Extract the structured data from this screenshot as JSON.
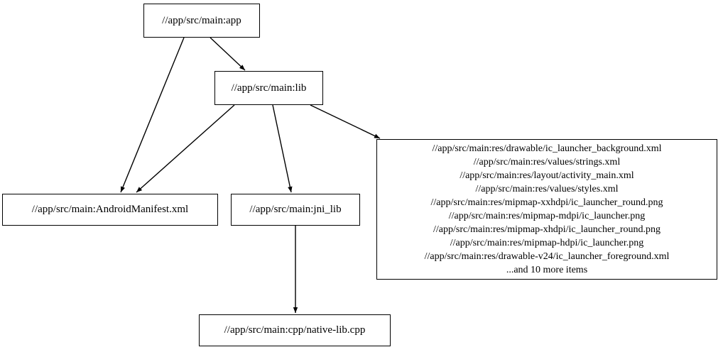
{
  "graph": {
    "type": "directed-dependency-graph",
    "background_color": "#ffffff",
    "stroke_color": "#000000",
    "nodes": {
      "app": {
        "id": "app",
        "label": "//app/src/main:app"
      },
      "lib": {
        "id": "lib",
        "label": "//app/src/main:lib"
      },
      "manifest": {
        "id": "manifest",
        "label": "//app/src/main:AndroidManifest.xml"
      },
      "jni_lib": {
        "id": "jni_lib",
        "label": "//app/src/main:jni_lib"
      },
      "resources": {
        "id": "resources",
        "lines": [
          "//app/src/main:res/drawable/ic_launcher_background.xml",
          "//app/src/main:res/values/strings.xml",
          "//app/src/main:res/layout/activity_main.xml",
          "//app/src/main:res/values/styles.xml",
          "//app/src/main:res/mipmap-xxhdpi/ic_launcher_round.png",
          "//app/src/main:res/mipmap-mdpi/ic_launcher.png",
          "//app/src/main:res/mipmap-xhdpi/ic_launcher_round.png",
          "//app/src/main:res/mipmap-hdpi/ic_launcher.png",
          "//app/src/main:res/drawable-v24/ic_launcher_foreground.xml",
          "...and 10 more items"
        ],
        "overflow_count": 10,
        "label": "//app/src/main:res/drawable/ic_launcher_background.xml\n//app/src/main:res/values/strings.xml\n//app/src/main:res/layout/activity_main.xml\n//app/src/main:res/values/styles.xml\n//app/src/main:res/mipmap-xxhdpi/ic_launcher_round.png\n//app/src/main:res/mipmap-mdpi/ic_launcher.png\n//app/src/main:res/mipmap-xhdpi/ic_launcher_round.png\n//app/src/main:res/mipmap-hdpi/ic_launcher.png\n//app/src/main:res/drawable-v24/ic_launcher_foreground.xml\n...and 10 more items"
      },
      "cpp": {
        "id": "cpp",
        "label": "//app/src/main:cpp/native-lib.cpp"
      }
    },
    "edges": [
      {
        "from": "app",
        "to": "lib"
      },
      {
        "from": "app",
        "to": "manifest"
      },
      {
        "from": "lib",
        "to": "manifest"
      },
      {
        "from": "lib",
        "to": "jni_lib"
      },
      {
        "from": "lib",
        "to": "resources"
      },
      {
        "from": "jni_lib",
        "to": "cpp"
      }
    ]
  }
}
